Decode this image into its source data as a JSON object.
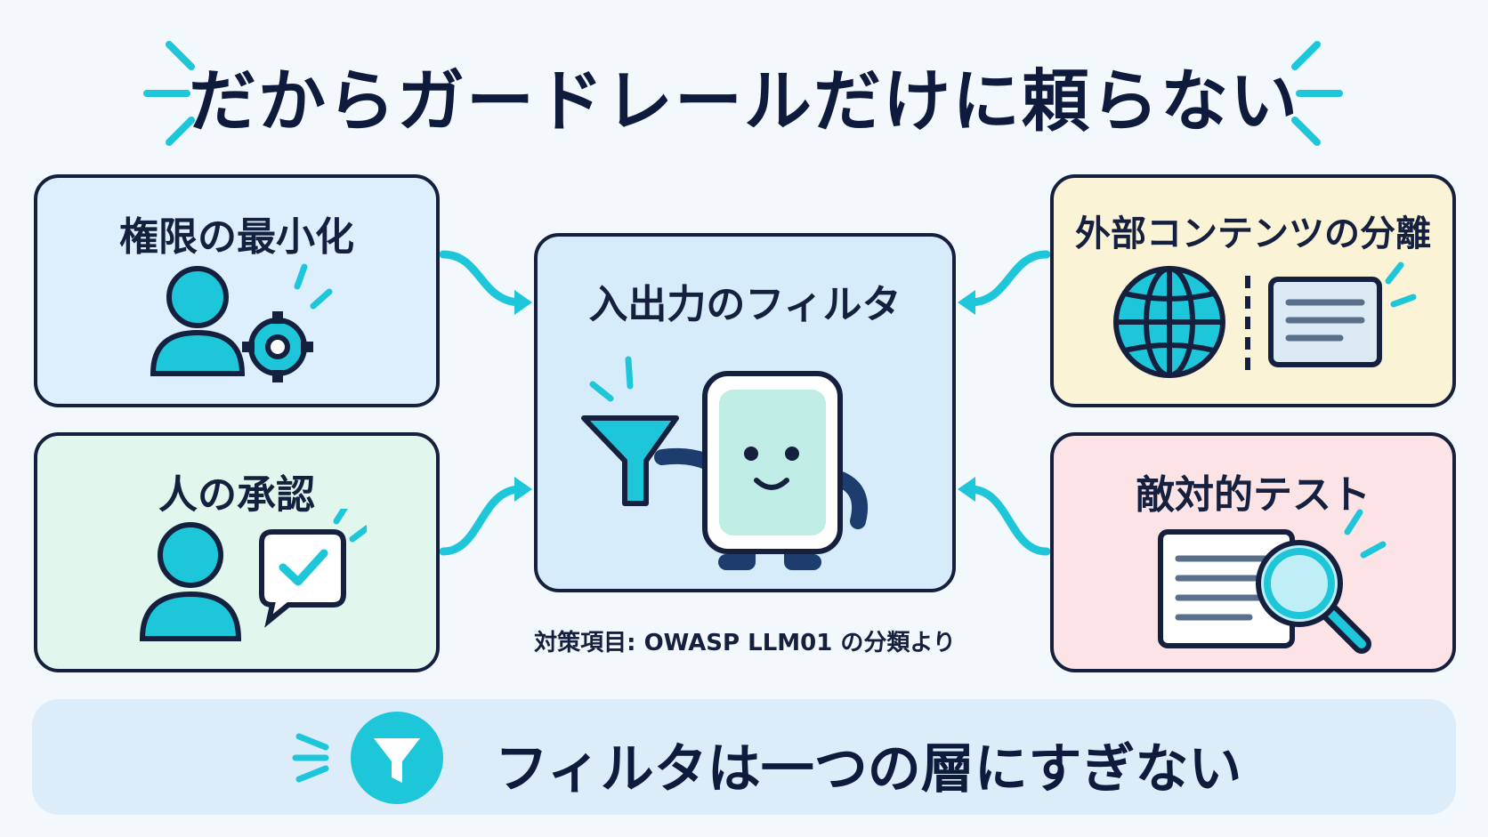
{
  "title": "だからガードレールだけに頼らない",
  "cards": {
    "top_left": {
      "label": "権限の最小化",
      "icon": "user-gear-icon"
    },
    "bottom_left": {
      "label": "人の承認",
      "icon": "user-approval-icon"
    },
    "center": {
      "label": "入出力のフィルタ",
      "icon": "filter-mascot-icon"
    },
    "top_right": {
      "label": "外部コンテンツの分離",
      "icon": "globe-separation-icon"
    },
    "bottom_right": {
      "label": "敵対的テスト",
      "icon": "document-magnifier-icon"
    }
  },
  "source_note": "対策項目: OWASP LLM01 の分類より",
  "banner": {
    "text": "フィルタは一つの層にすぎない",
    "icon": "funnel-icon"
  },
  "colors": {
    "accent": "#1ec6da",
    "outline": "#15203f",
    "card_blue": "#ddeffc",
    "card_green": "#e1f6ec",
    "card_yellow": "#fbf3d5",
    "card_pink": "#fce4e6"
  }
}
